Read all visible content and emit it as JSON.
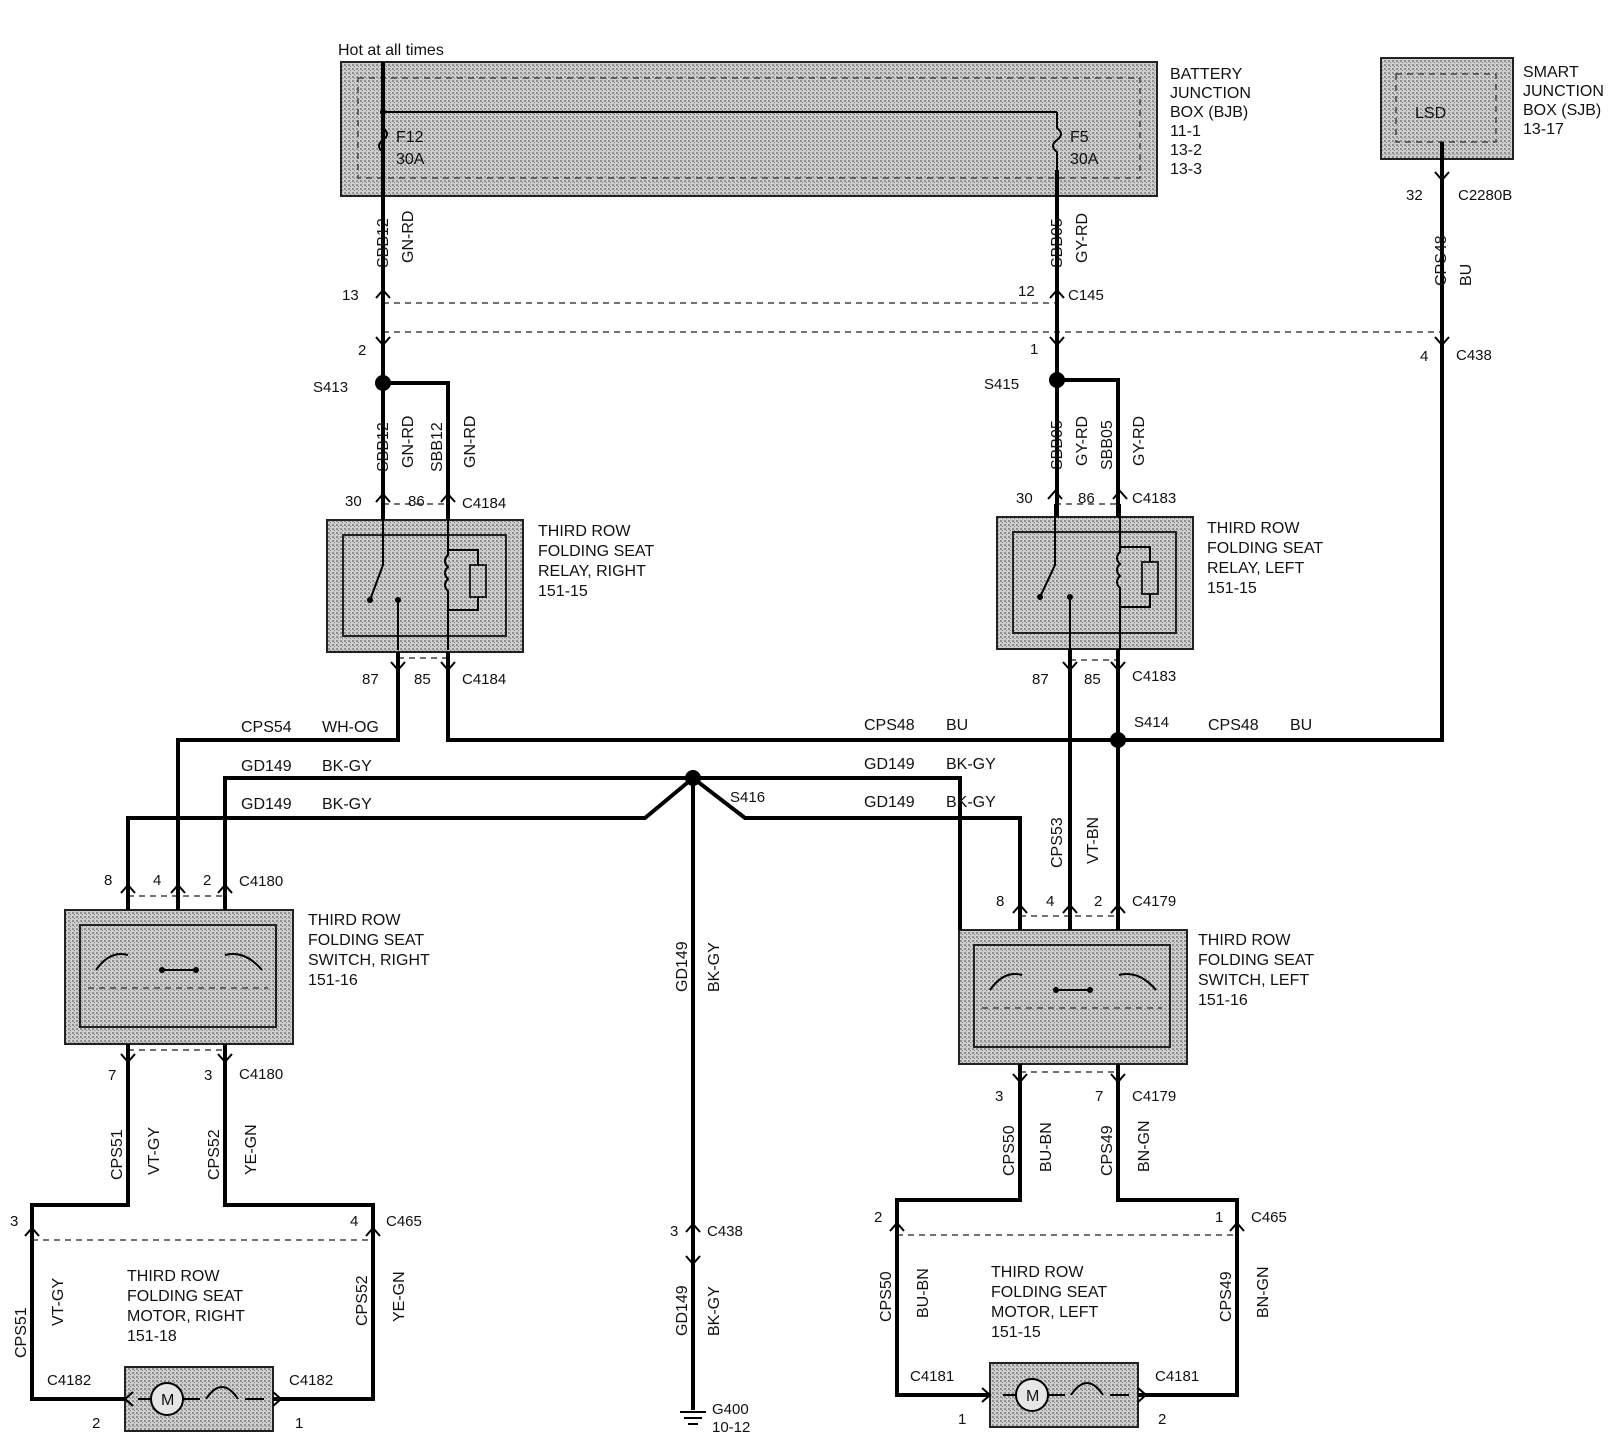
{
  "note_top": "Hot at all times",
  "boxes": {
    "bjb": {
      "lines": [
        "BATTERY",
        "JUNCTION",
        "BOX (BJB)",
        "11-1",
        "13-2",
        "13-3"
      ]
    },
    "sjb": {
      "lines": [
        "SMART",
        "JUNCTION",
        "BOX (SJB)",
        "13-17"
      ],
      "module": "LSD"
    },
    "relay_right": {
      "lines": [
        "THIRD ROW",
        "FOLDING SEAT",
        "RELAY, RIGHT",
        "151-15"
      ]
    },
    "relay_left": {
      "lines": [
        "THIRD ROW",
        "FOLDING SEAT",
        "RELAY, LEFT",
        "151-15"
      ]
    },
    "switch_right": {
      "lines": [
        "THIRD ROW",
        "FOLDING SEAT",
        "SWITCH, RIGHT",
        "151-16"
      ]
    },
    "switch_left": {
      "lines": [
        "THIRD ROW",
        "FOLDING SEAT",
        "SWITCH, LEFT",
        "151-16"
      ]
    },
    "motor_right": {
      "lines": [
        "THIRD ROW",
        "FOLDING SEAT",
        "MOTOR, RIGHT",
        "151-18"
      ]
    },
    "motor_left": {
      "lines": [
        "THIRD ROW",
        "FOLDING SEAT",
        "MOTOR, LEFT",
        "151-15"
      ]
    }
  },
  "fuses": {
    "f12": {
      "name": "F12",
      "rating": "30A"
    },
    "f5": {
      "name": "F5",
      "rating": "30A"
    }
  },
  "motor_symbol": "M",
  "connectors": {
    "c145": "C145",
    "c438": "C438",
    "c2280b": "C2280B",
    "c4184": "C4184",
    "c4183": "C4183",
    "c4180": "C4180",
    "c4179": "C4179",
    "c465": "C465",
    "c4182": "C4182",
    "c4181": "C4181"
  },
  "splices": {
    "s413": "S413",
    "s415": "S415",
    "s414": "S414",
    "s416": "S416"
  },
  "ground": {
    "name": "G400",
    "ref": "10-12"
  },
  "circuits": {
    "sbb12": "SBB12",
    "gn_rd": "GN-RD",
    "sbb05": "SBB05",
    "gy_rd": "GY-RD",
    "cps48": "CPS48",
    "bu": "BU",
    "cps54": "CPS54",
    "wh_og": "WH-OG",
    "gd149": "GD149",
    "bk_gy": "BK-GY",
    "cps53": "CPS53",
    "vt_bn": "VT-BN",
    "cps51": "CPS51",
    "vt_gy": "VT-GY",
    "cps52": "CPS52",
    "ye_gn": "YE-GN",
    "cps50": "CPS50",
    "bu_bn": "BU-BN",
    "cps49": "CPS49",
    "bn_gn": "BN-GN"
  },
  "pins": {
    "p1": "1",
    "p2": "2",
    "p3": "3",
    "p4": "4",
    "p7": "7",
    "p8": "8",
    "p12": "12",
    "p13": "13",
    "p30": "30",
    "p32": "32",
    "p85": "85",
    "p86": "86",
    "p87": "87"
  }
}
